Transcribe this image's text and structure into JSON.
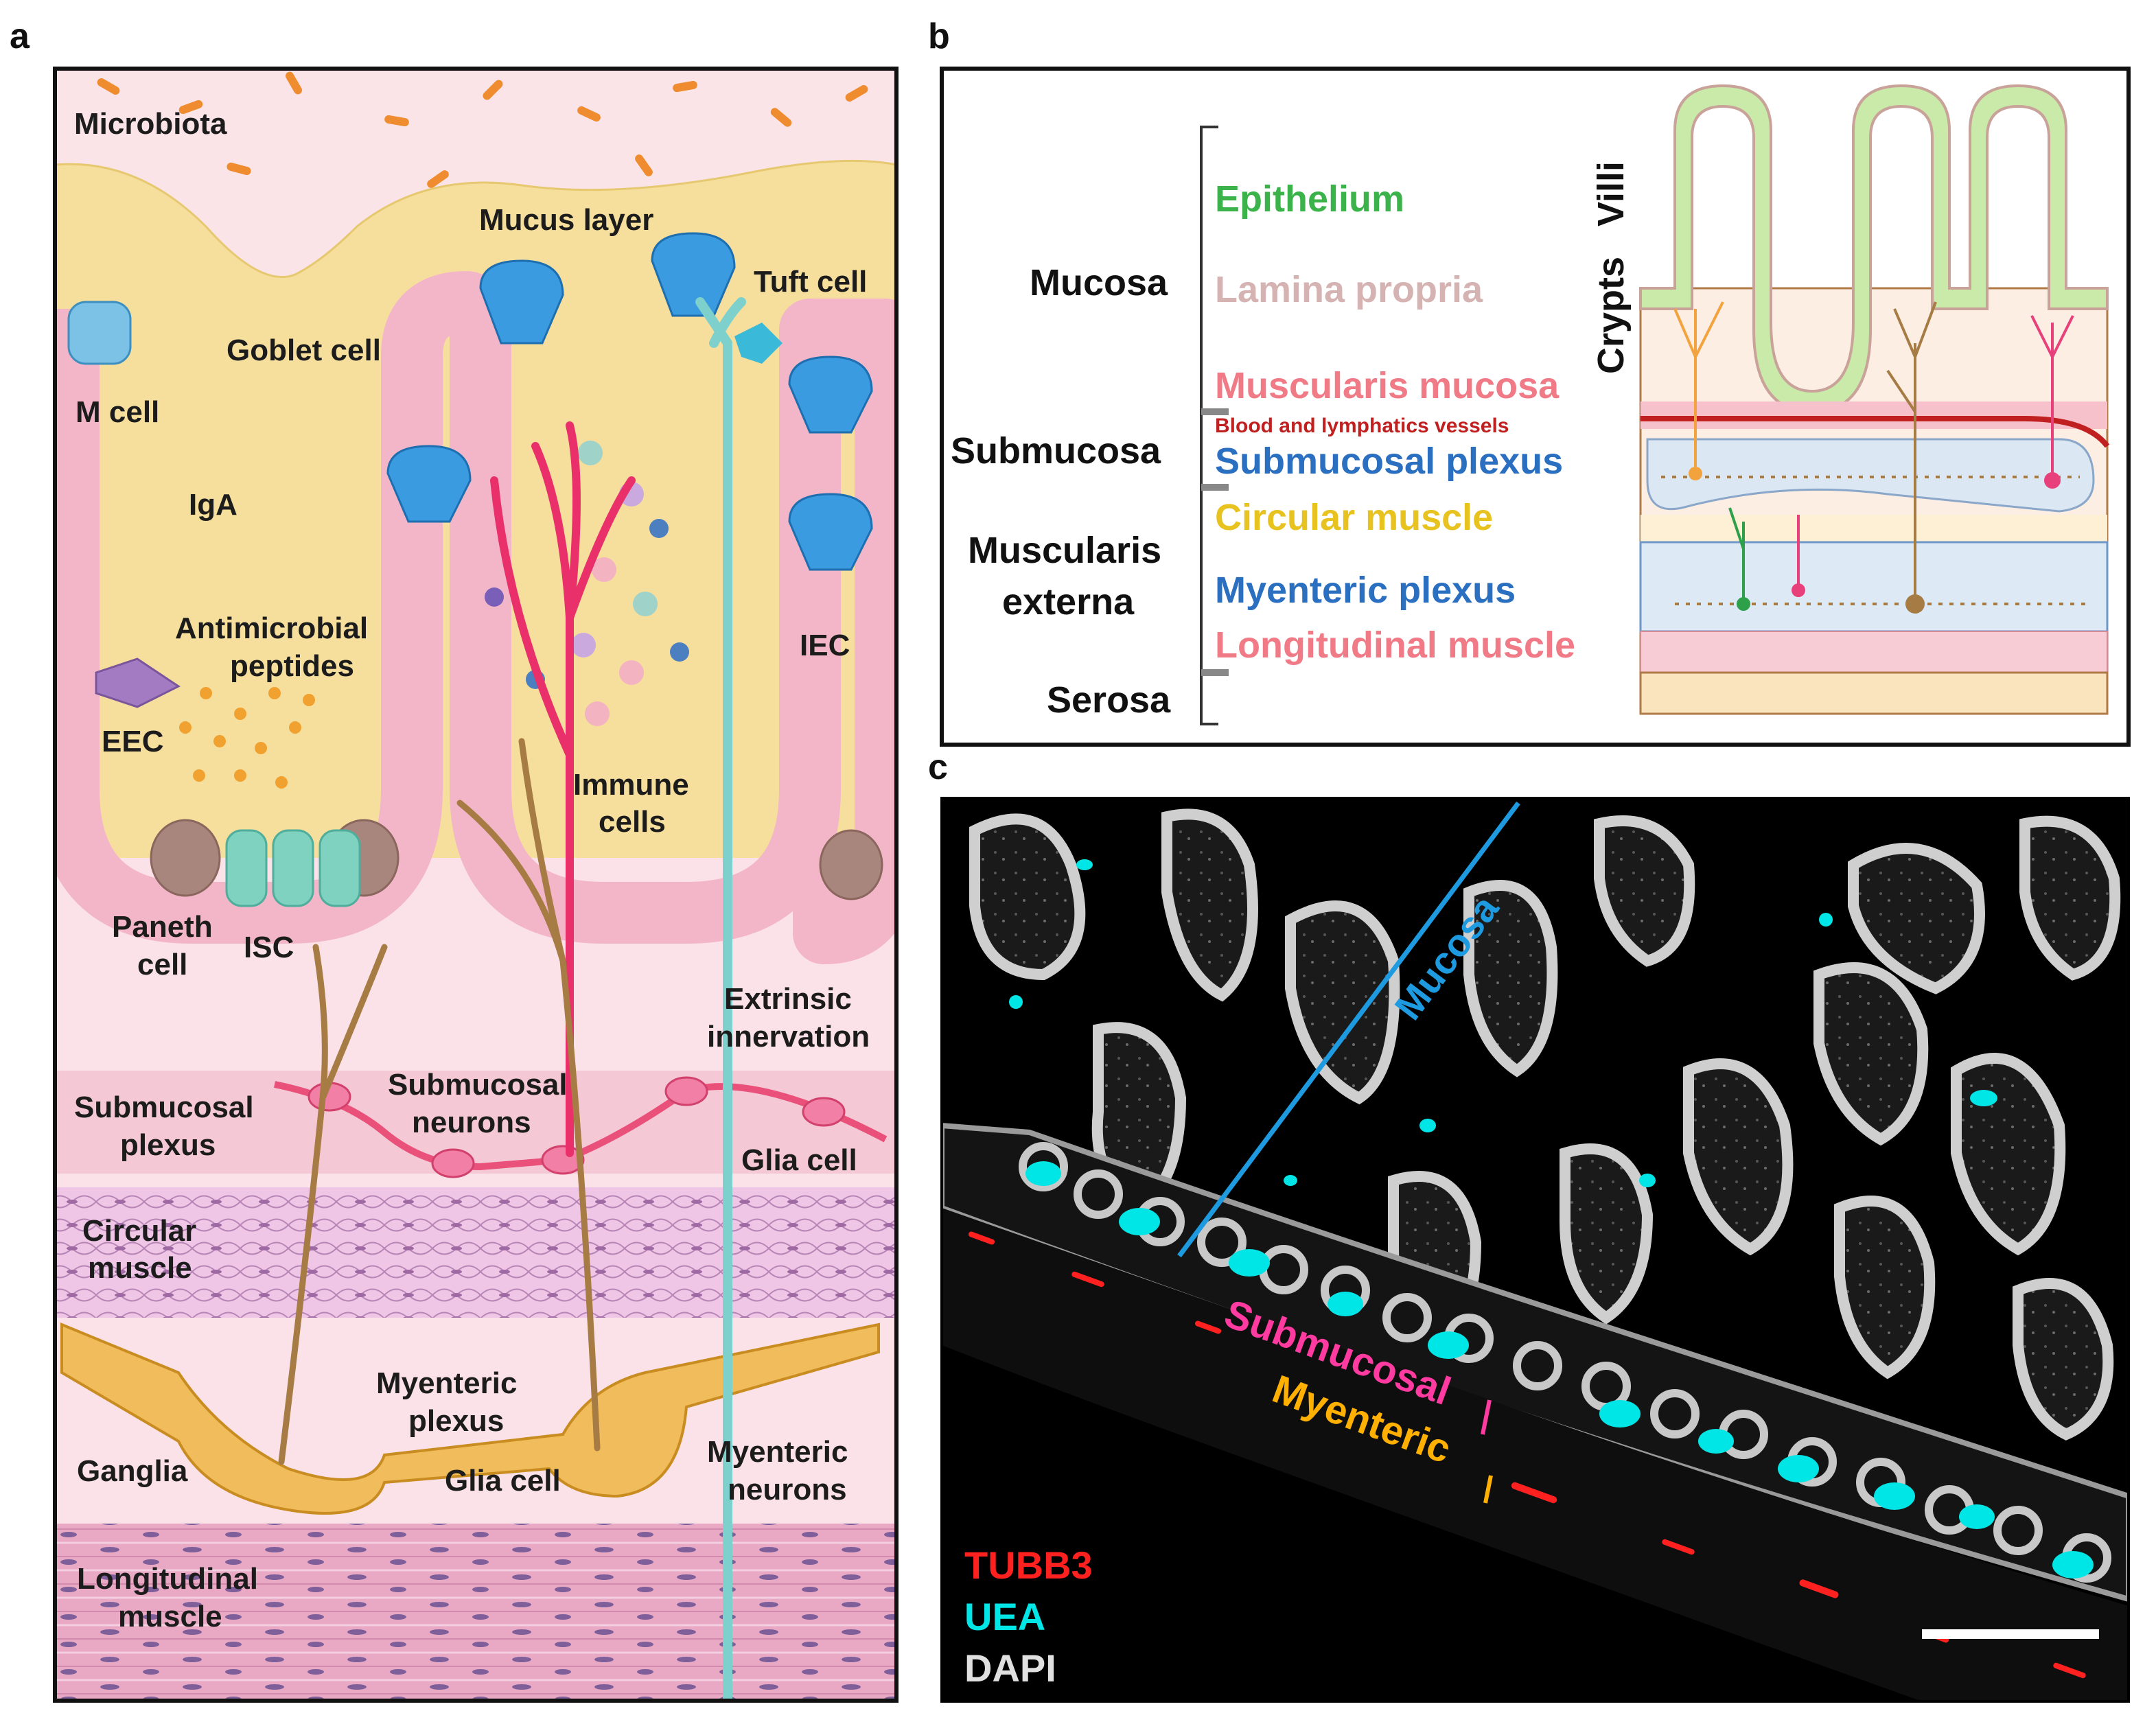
{
  "panels": {
    "a": {
      "letter": "a",
      "labels": {
        "microbiota": "Microbiota",
        "mucus_layer": "Mucus layer",
        "tuft_cell": "Tuft cell",
        "goblet_cell": "Goblet cell",
        "m_cell": "M cell",
        "iga": "IgA",
        "amp_line1": "Antimicrobial",
        "amp_line2": "peptides",
        "iec": "IEC",
        "eec": "EEC",
        "immune_line1": "Immune",
        "immune_line2": "cells",
        "paneth_line1": "Paneth",
        "paneth_line2": "cell",
        "isc": "ISC",
        "extrinsic_line1": "Extrinsic",
        "extrinsic_line2": "innervation",
        "submucosal_plexus_line1": "Submucosal",
        "submucosal_plexus_line2": "plexus",
        "submucosal_neurons_line1": "Submucosal",
        "submucosal_neurons_line2": "neurons",
        "glia_cell_top": "Glia cell",
        "circular_line1": "Circular",
        "circular_line2": "muscle",
        "myenteric_plexus_line1": "Myenteric",
        "myenteric_plexus_line2": "plexus",
        "ganglia": "Ganglia",
        "glia_cell_bottom": "Glia cell",
        "myenteric_neurons_line1": "Myenteric",
        "myenteric_neurons_line2": "neurons",
        "longitudinal_line1": "Longitudinal",
        "longitudinal_line2": "muscle"
      }
    },
    "b": {
      "letter": "b",
      "groups": {
        "mucosa": "Mucosa",
        "submucosa": "Submucosa",
        "muscularis_line1": "Muscularis",
        "muscularis_line2": "externa",
        "serosa": "Serosa"
      },
      "layers": {
        "epithelium": "Epithelium",
        "lamina_propria": "Lamina propria",
        "muscularis_mucosa": "Muscularis mucosa",
        "vessels": "Blood and lymphatics vessels",
        "submucosal_plexus": "Submucosal plexus",
        "circular_muscle": "Circular muscle",
        "myenteric_plexus": "Myenteric plexus",
        "longitudinal_muscle": "Longitudinal muscle"
      },
      "vertical_labels": {
        "crypts": "Crypts",
        "villi": "Villi"
      },
      "colors": {
        "epithelium": "#3bb34a",
        "lamina_propria": "#d6b3b3",
        "muscularis_mucosa": "#f07a86",
        "vessels": "#c0201f",
        "submucosal_plexus": "#2a6fc0",
        "circular_muscle": "#e8c21f",
        "myenteric_plexus": "#2a6fc0",
        "longitudinal_muscle": "#f07a86"
      }
    },
    "c": {
      "letter": "c",
      "annotations": {
        "mucosa": "Mucosa",
        "submucosal": "Submucosal",
        "myenteric": "Myenteric"
      },
      "legend": [
        {
          "label": "TUBB3",
          "color": "#ff2020"
        },
        {
          "label": "UEA",
          "color": "#00e5e5"
        },
        {
          "label": "DAPI",
          "color": "#e0e0e0"
        }
      ],
      "colors": {
        "mucosa_line": "#1e9be0",
        "submucosal": "#ff3aa0",
        "myenteric": "#ffb000"
      }
    }
  }
}
